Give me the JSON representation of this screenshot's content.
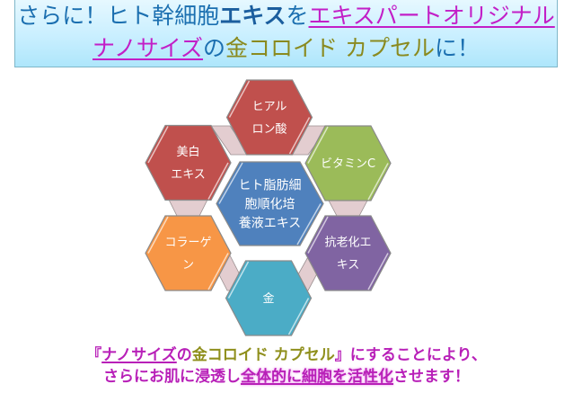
{
  "header": {
    "line1": [
      {
        "text": "さらに！ヒト幹細胞",
        "style": "c-blue"
      },
      {
        "text": "エキス",
        "style": "c-navy-bold"
      },
      {
        "text": "を",
        "style": "c-blue"
      },
      {
        "text": "エキスパートオリジナル",
        "style": "c-magenta"
      }
    ],
    "line2": [
      {
        "text": "ナノサイズ",
        "style": "c-magenta"
      },
      {
        "text": "の",
        "style": "c-blue"
      },
      {
        "text": "金コロイド カプセル",
        "style": "c-olive"
      },
      {
        "text": "に！",
        "style": "c-blue"
      }
    ]
  },
  "diagram": {
    "colors": {
      "red": "#c0504d",
      "green": "#9bbb59",
      "purple": "#8064a2",
      "teal": "#4bacc6",
      "orange": "#f79646",
      "blue": "#4f81bd",
      "connector": "#e3cdd0",
      "connector_stroke": "#9a8f90"
    },
    "center": {
      "label_lines": [
        "ヒト脂肪細",
        "胞順化培",
        "養液エキス"
      ],
      "color": "#4f81bd"
    },
    "nodes": [
      {
        "id": "hyaluronic-acid",
        "label_lines": [
          "ヒアル",
          "ロン酸"
        ],
        "color": "#c0504d"
      },
      {
        "id": "vitamin-c",
        "label_lines": [
          "ビタミンC"
        ],
        "color": "#9bbb59"
      },
      {
        "id": "anti-aging-extract",
        "label_lines": [
          "抗老化エ",
          "キス"
        ],
        "color": "#8064a2"
      },
      {
        "id": "gold",
        "label_lines": [
          "金"
        ],
        "color": "#4bacc6"
      },
      {
        "id": "collagen",
        "label_lines": [
          "コラーゲ",
          "ン"
        ],
        "color": "#f79646"
      },
      {
        "id": "whitening-extract",
        "label_lines": [
          "美白",
          "エキス"
        ],
        "color": "#c0504d"
      }
    ]
  },
  "footer": {
    "line1": [
      {
        "text": "『",
        "style": ""
      },
      {
        "text": "ナノサイズ",
        "style": "f-ul"
      },
      {
        "text": "の",
        "style": ""
      },
      {
        "text": "金コロイド カプセル",
        "style": "f-olive"
      },
      {
        "text": "』にすることにより、",
        "style": ""
      }
    ],
    "line2": [
      {
        "text": "さらにお肌に浸透し",
        "style": ""
      },
      {
        "text": "全体的に細胞を活性化",
        "style": "f-ul f-glow"
      },
      {
        "text": "させます！",
        "style": ""
      }
    ]
  }
}
